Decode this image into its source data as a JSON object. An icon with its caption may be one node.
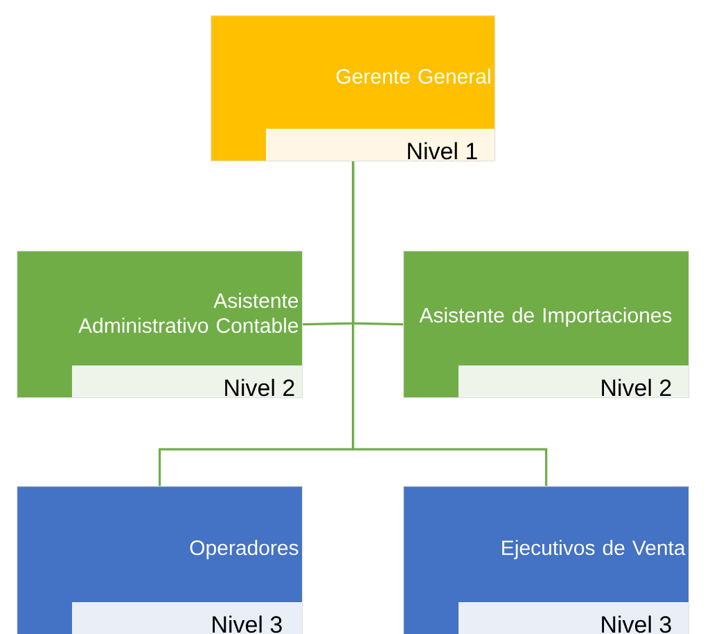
{
  "diagram": {
    "nodes": [
      {
        "text": [
          "Gerente General",
          "Nivel 1"
        ]
      },
      {
        "text": [
          "Asistente Administrativo Contable",
          "Nivel 2"
        ]
      },
      {
        "text": [
          "Asistente de Importaciones",
          "Nivel 2"
        ]
      },
      {
        "text": [
          "Operadores",
          "Nivel 3"
        ]
      },
      {
        "text": [
          "Ejecutivos de Venta",
          "Nivel 3"
        ]
      }
    ],
    "edges": [
      {
        "from": 0,
        "to": 1,
        "arrow": "none"
      },
      {
        "from": 0,
        "to": 2,
        "arrow": "none"
      },
      {
        "from": 0,
        "to": 3,
        "arrow": "none"
      },
      {
        "from": 0,
        "to": 4,
        "arrow": "none"
      }
    ]
  }
}
